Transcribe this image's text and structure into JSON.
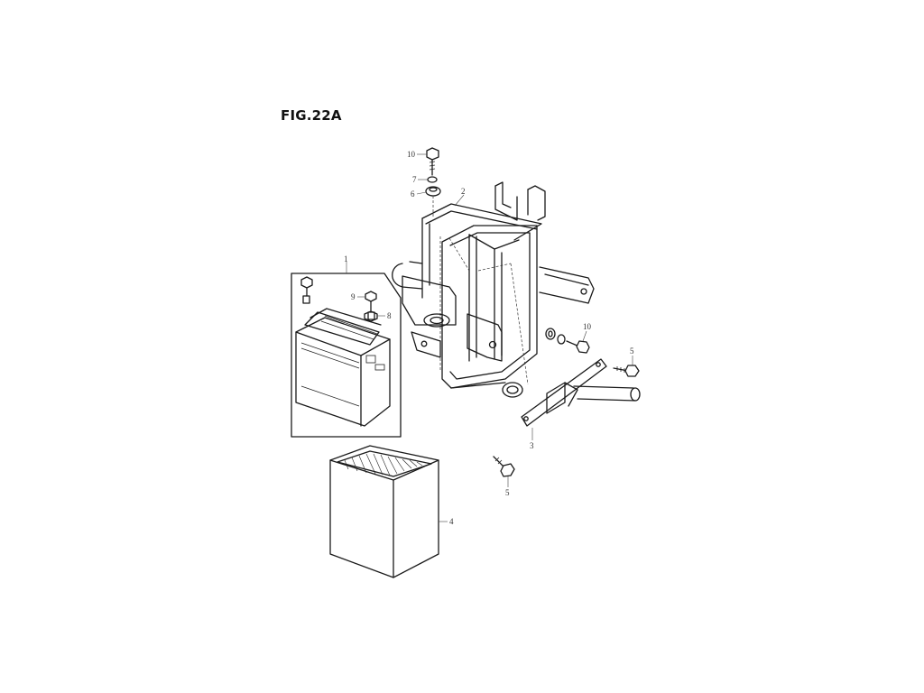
{
  "figure": {
    "title": "FIG.22A"
  },
  "callouts": {
    "c1": "1",
    "c2": "2",
    "c3": "3",
    "c4": "4",
    "c5a": "5",
    "c5b": "5",
    "c6": "6",
    "c7": "7",
    "c8": "8",
    "c9": "9",
    "c10a": "10",
    "c10b": "10"
  }
}
